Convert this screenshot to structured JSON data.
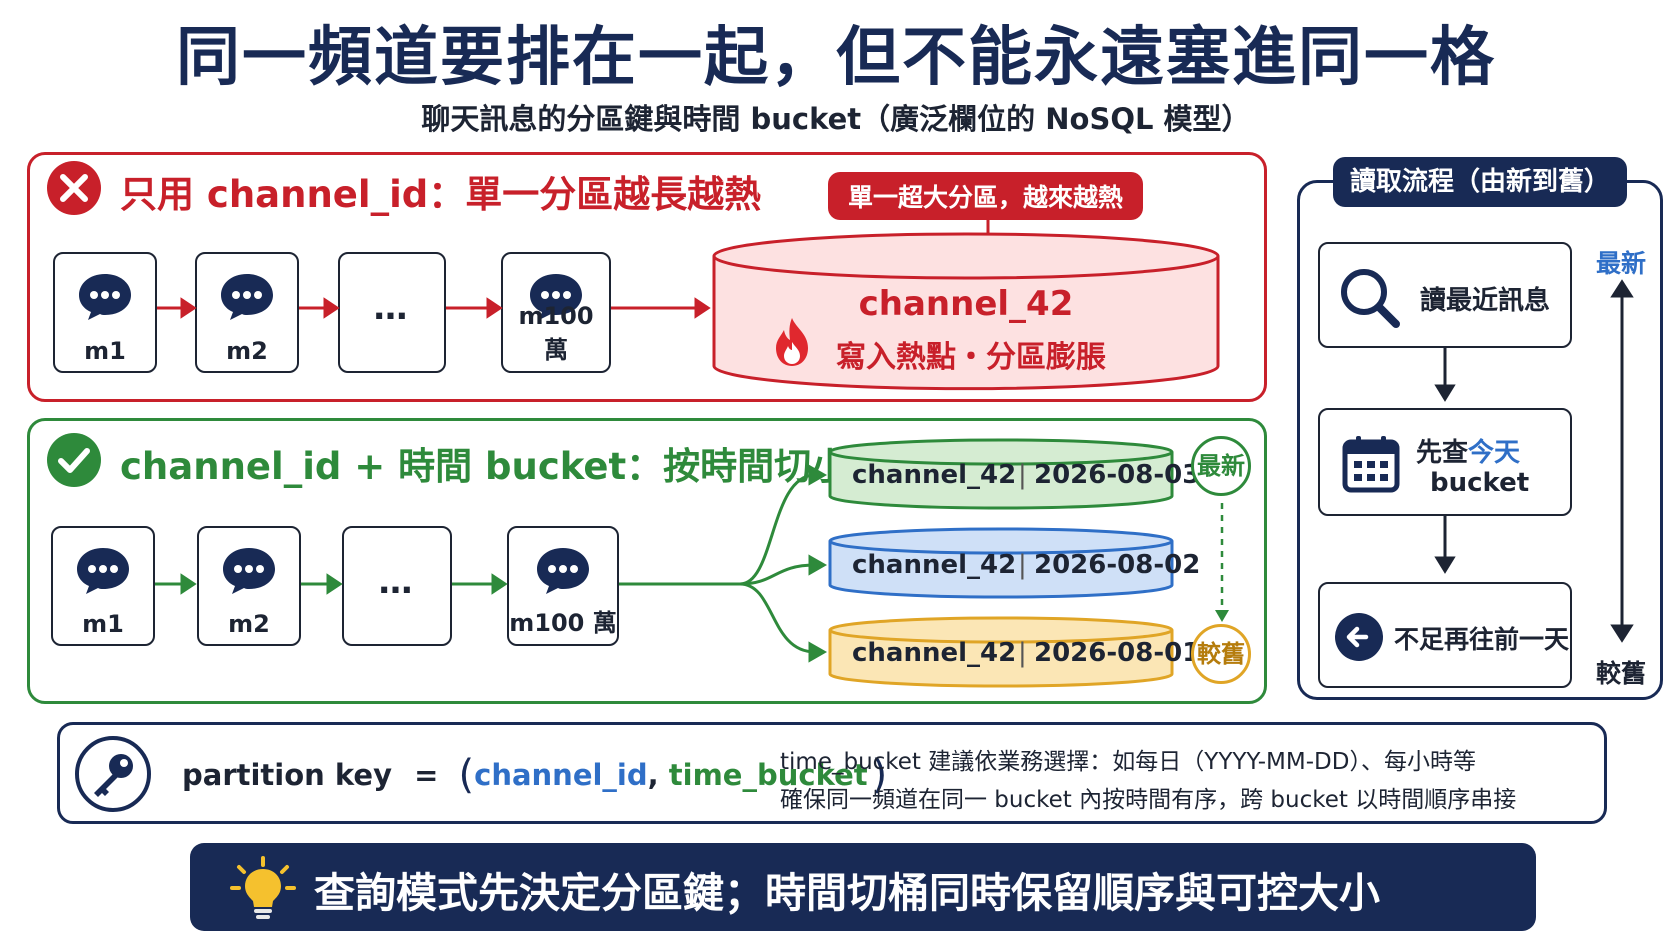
{
  "title": "同一頻道要排在一起，但不能永遠塞進同一格",
  "subtitle": "聊天訊息的分區鍵與時間 bucket（廣泛欄位的 NoSQL 模型）",
  "bad_panel": {
    "heading": "只用 channel_id：單一分區越長越熱",
    "callout": "單一超大分區，越來越熱",
    "messages": [
      "m1",
      "m2",
      "…",
      "m100 萬"
    ],
    "partition_name": "channel_42",
    "partition_note": "寫入熱點・分區膨脹"
  },
  "good_panel": {
    "heading": "channel_id + 時間 bucket：按時間切小段",
    "messages": [
      "m1",
      "m2",
      "…",
      "m100 萬"
    ],
    "buckets": [
      {
        "channel": "channel_42",
        "date": "2026-08-03",
        "color": "#d5ecd2",
        "stroke": "#2e8a3b"
      },
      {
        "channel": "channel_42",
        "date": "2026-08-02",
        "color": "#cfe0f7",
        "stroke": "#2f6fc7"
      },
      {
        "channel": "channel_42",
        "date": "2026-08-01",
        "color": "#fbe6b5",
        "stroke": "#e0a526"
      }
    ],
    "newest_label": "最新",
    "oldest_label": "較舊"
  },
  "read_panel": {
    "title": "讀取流程（由新到舊）",
    "steps": [
      {
        "text": "讀最近訊息"
      },
      {
        "text_a": "先查",
        "text_b": "今天",
        "text_c": "bucket"
      },
      {
        "text": "不足再往前一天"
      }
    ],
    "newest_label": "最新",
    "oldest_label": "較舊"
  },
  "key_panel": {
    "label": "partition key",
    "equals": "=",
    "paren_open": "(",
    "paren_close": ")",
    "part1": "channel_id",
    "comma": ",",
    "part2": "time_bucket",
    "note1": "time_bucket 建議依業務選擇：如每日（YYYY-MM-DD）、每小時等",
    "note2": "確保同一頻道在同一 bucket 內按時間有序，跨 bucket 以時間順序串接"
  },
  "banner": "查詢模式先決定分區鍵；時間切桶同時保留順序與可控大小",
  "colors": {
    "navy": "#182a55",
    "red": "#c8202a",
    "green": "#2e8a3b",
    "blue": "#2f6fc7",
    "amber": "#e0a526"
  }
}
